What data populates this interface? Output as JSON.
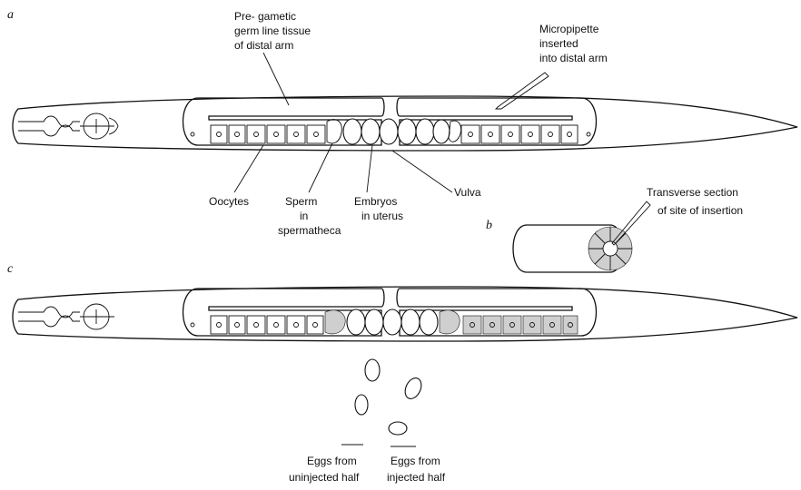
{
  "panels": {
    "a": "a",
    "b": "b",
    "c": "c"
  },
  "labels": {
    "pregametic": [
      "Pre- gametic",
      "germ line tissue",
      "of distal arm"
    ],
    "micropipette": [
      "Micropipette",
      "inserted",
      "into distal arm"
    ],
    "oocytes": "Oocytes",
    "sperm": [
      "Sperm",
      "in",
      "spermatheca"
    ],
    "embryos": [
      "Embryos",
      "in uterus"
    ],
    "vulva": "Vulva",
    "transverse": [
      "Transverse section",
      "of site of insertion"
    ],
    "eggs_uninjected": [
      "Eggs from",
      "uninjected half"
    ],
    "eggs_injected": [
      "Eggs from",
      "injected half"
    ]
  },
  "colors": {
    "ink": "#111111",
    "paper": "#ffffff",
    "stipple": "#cfcfcf"
  }
}
